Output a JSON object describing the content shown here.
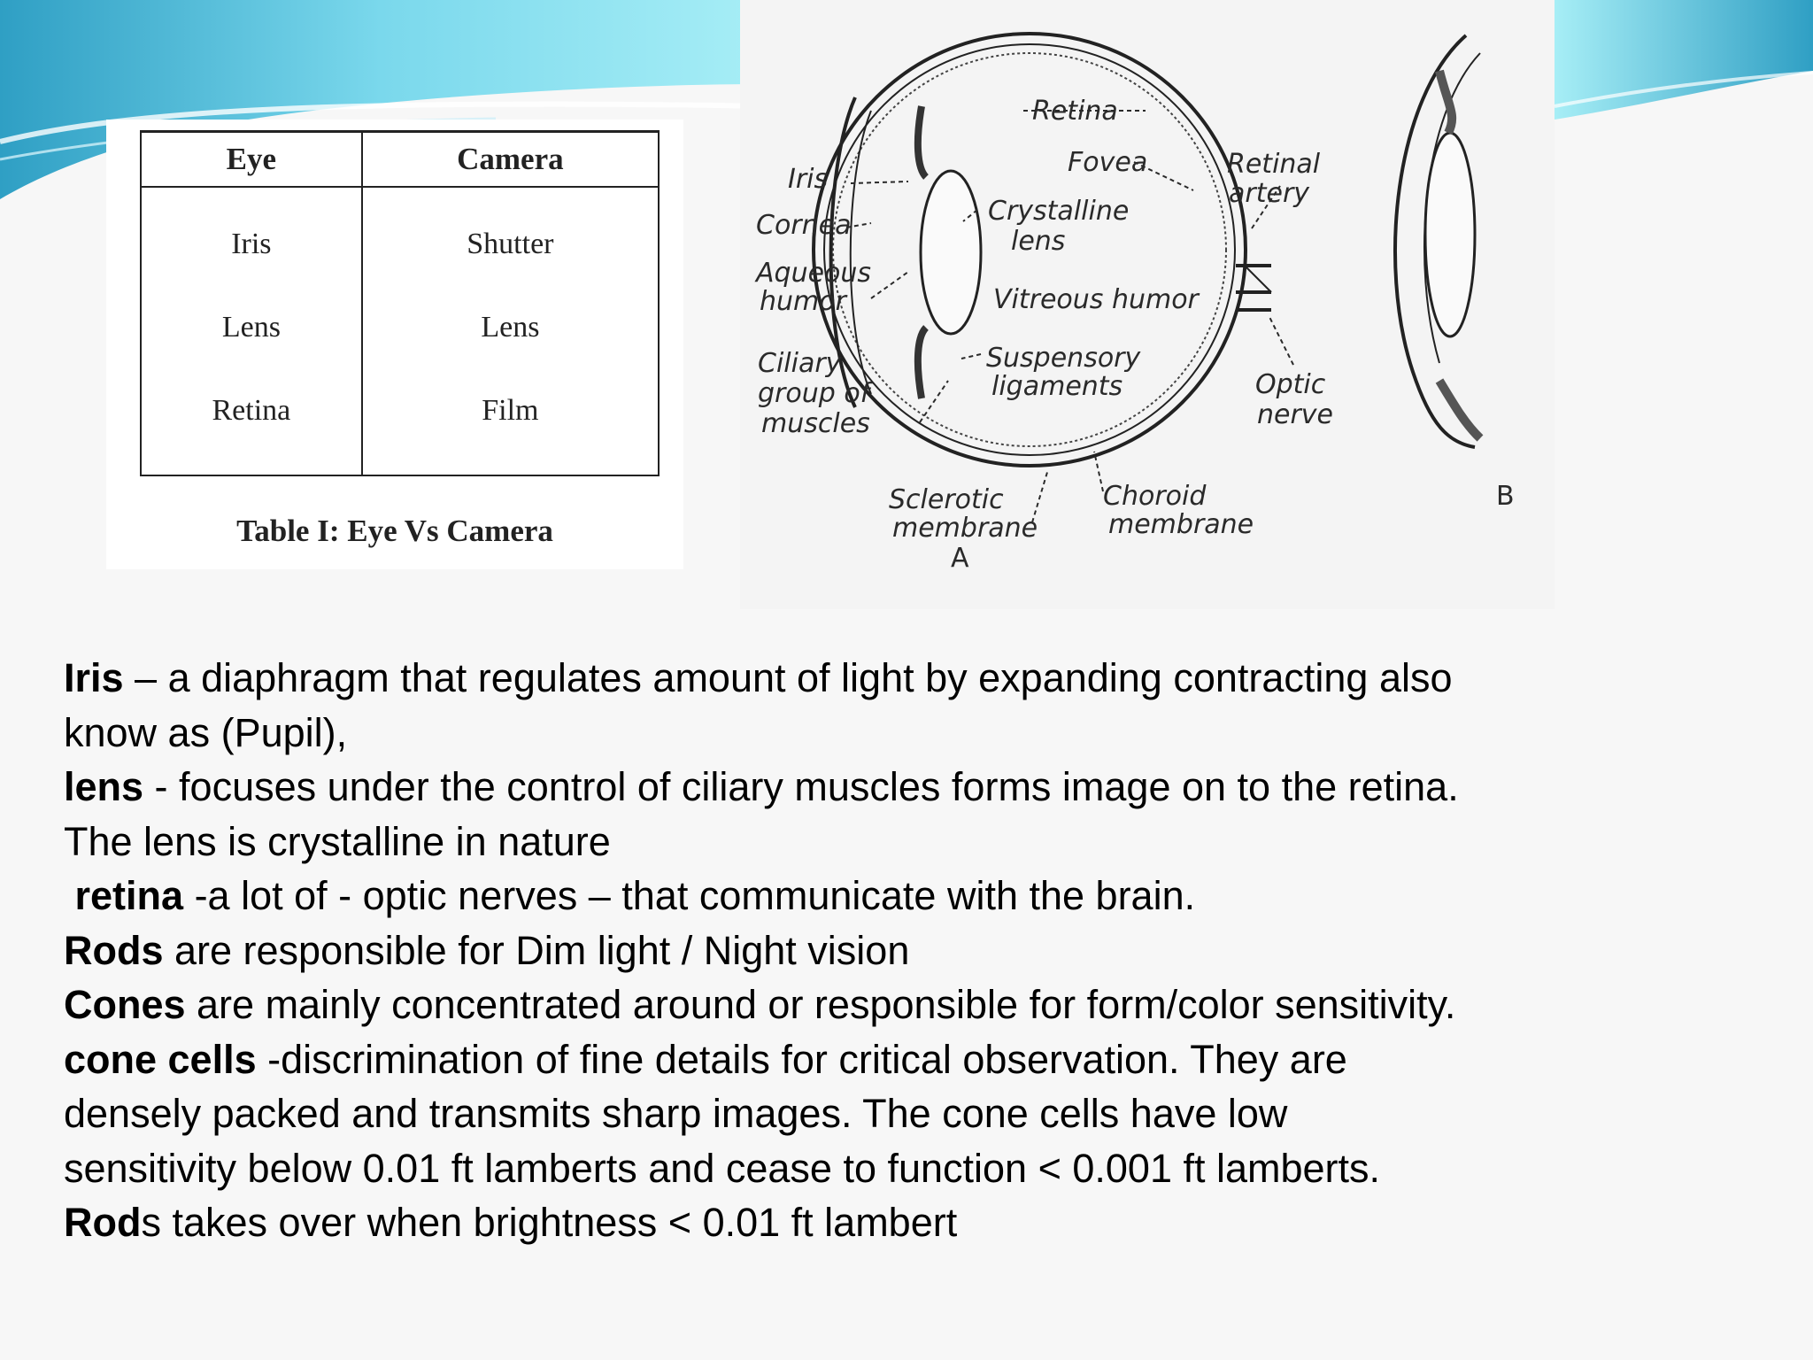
{
  "table": {
    "headers": [
      "Eye",
      "Camera"
    ],
    "rows": [
      [
        "Iris",
        "Shutter"
      ],
      [
        "Lens",
        "Lens"
      ],
      [
        "Retina",
        "Film"
      ]
    ],
    "caption": "Table I: Eye Vs Camera"
  },
  "diagram": {
    "labels": {
      "retina": "Retina",
      "fovea": "Fovea",
      "retinal_artery_1": "Retinal",
      "retinal_artery_2": "artery",
      "iris": "Iris",
      "cornea": "Cornea",
      "crystalline_1": "Crystalline",
      "crystalline_2": "lens",
      "aqueous_1": "Aqueous",
      "aqueous_2": "humor",
      "vitreous": "Vitreous humor",
      "ciliary_1": "Ciliary",
      "ciliary_2": "group of",
      "ciliary_3": "muscles",
      "suspensory_1": "Suspensory",
      "suspensory_2": "ligaments",
      "optic_1": "Optic",
      "optic_2": "nerve",
      "sclerotic_1": "Sclerotic",
      "sclerotic_2": "membrane",
      "choroid_1": "Choroid",
      "choroid_2": "membrane",
      "fig_a": "A",
      "fig_b": "B"
    }
  },
  "body": {
    "l1": {
      "term": "Iris",
      "rest": " – a diaphragm that regulates amount of light by expanding contracting also"
    },
    "l2": {
      "text": "know as (Pupil),"
    },
    "l3": {
      "term": "lens",
      "rest": " - focuses under the control of ciliary muscles forms image on to the retina."
    },
    "l4": {
      "text": "The lens is crystalline in nature"
    },
    "l5": {
      "lead": " ",
      "term": "retina",
      "rest": " -a lot of - optic nerves – that communicate with the brain."
    },
    "l6": {
      "term": "Rods",
      "rest": " are responsible for Dim light / Night vision"
    },
    "l7": {
      "term": "Cones",
      "rest": " are mainly concentrated around or responsible for form/color sensitivity."
    },
    "l8": {
      "term": "cone cells",
      "rest": " -discrimination of fine details for critical observation. They are"
    },
    "l9": {
      "text": "densely packed and transmits sharp images. The cone cells have low"
    },
    "l10": {
      "text": "sensitivity below 0.01 ft lamberts and cease to function < 0.001 ft lamberts."
    },
    "l11": {
      "term": "Rod",
      "rest": "s takes over when brightness < 0.01 ft lambert"
    }
  },
  "colors": {
    "wave_dark": "#3aa9c9",
    "wave_light": "#8fe3f0",
    "background": "#f7f7f7"
  }
}
